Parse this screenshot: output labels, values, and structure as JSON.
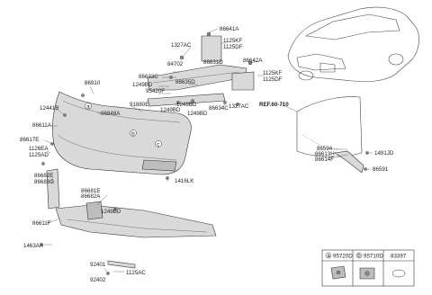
{
  "labels": {
    "p86641A": "86641A",
    "p1125KF_a": "1125KF",
    "p1125DF_a": "1125DF",
    "p1327AC_a": "1327AC",
    "p86631D": "86631D",
    "p86642A": "86642A",
    "p86633C": "86633C",
    "p84702": "84702",
    "p1249BD_a": "1249BD",
    "p86635D": "86635D",
    "p95420F": "95420F",
    "p1125KF_b": "1125KF",
    "p1125DF_b": "1125DF",
    "p86910": "86910",
    "p12441B": "12441B",
    "p86848A": "86848A",
    "p91880E": "91880E",
    "p1249BD_b": "1249BD",
    "p1249BD_c": "1249BD",
    "p1249BD_d": "1249BD",
    "p86634C": "86634C",
    "p1327AC_b": "1327AC",
    "p86611A": "86611A",
    "p86617E": "86617E",
    "p1126EA": "1126EA",
    "p1125AD": "1125AD",
    "p86682E": "86682E",
    "p86683G": "86683G",
    "p1416LK": "1416LK",
    "p86681E": "86681E",
    "p86682A": "86682A",
    "p1249BD_e": "1249BD",
    "p86611F": "86611F",
    "p1463AA": "1463AA",
    "p92401": "92401",
    "p92402": "92402",
    "p1125AC": "1125AC",
    "ref": "REF.60-710",
    "p86594": "86594",
    "p86613H": "86613H",
    "p86614F": "86614F",
    "p1491JD": "1491JD",
    "p86591": "86591"
  },
  "callouts": {
    "a": "a",
    "b": "b",
    "c": "c"
  },
  "legend": {
    "items": [
      {
        "letter": "a",
        "code": "95720D"
      },
      {
        "letter": "b",
        "code": "95710D"
      },
      {
        "letter": "",
        "code": "83397"
      }
    ]
  }
}
